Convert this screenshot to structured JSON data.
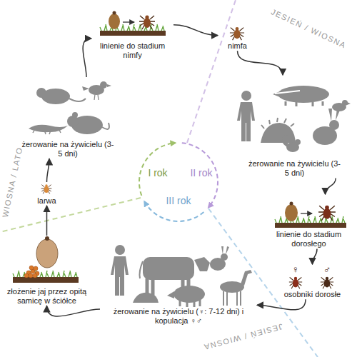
{
  "diagram": {
    "nodes": [
      {
        "text": [
          "linienie do stadium nimfy"
        ]
      },
      {
        "text": [
          "nimfa"
        ]
      },
      {
        "text": [
          "żerowanie na żywicielu (3-5 dni)"
        ]
      },
      {
        "text": [
          "linienie do stadium dorosłego"
        ]
      },
      {
        "text": [
          "osobniki dorosłe"
        ]
      },
      {
        "text": [
          "żerowanie na żywicielu (♀: 7-12 dni) i kopulacja ♀♂"
        ]
      },
      {
        "text": [
          "złożenie jaj przez opitą samicę w ściółce"
        ]
      },
      {
        "text": [
          "larwa"
        ]
      },
      {
        "text": [
          "żerowanie na żywicielu (3-5 dni)"
        ]
      }
    ],
    "edges": [
      {
        "from": 0,
        "to": 1,
        "arrow": "to"
      },
      {
        "from": 1,
        "to": 2,
        "arrow": "to"
      },
      {
        "from": 2,
        "to": 3,
        "arrow": "to"
      },
      {
        "from": 3,
        "to": 4,
        "arrow": "to"
      },
      {
        "from": 4,
        "to": 5,
        "arrow": "to"
      },
      {
        "from": 5,
        "to": 6,
        "arrow": "to"
      },
      {
        "from": 6,
        "to": 7,
        "arrow": "to"
      },
      {
        "from": 7,
        "to": 8,
        "arrow": "to"
      },
      {
        "from": 8,
        "to": 0,
        "arrow": "to"
      }
    ],
    "labels": [
      "JESIEŃ / WIOSNA",
      "♀",
      "♂",
      "JESIEŃ / WIOSNA",
      "WIOSNA / LATO",
      "I rok",
      "II rok",
      "III rok"
    ]
  }
}
